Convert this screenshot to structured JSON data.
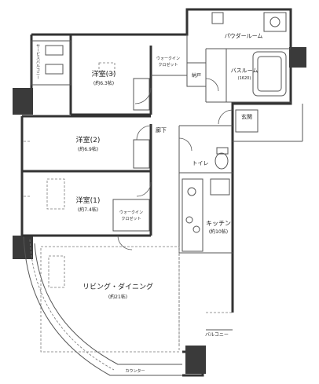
{
  "rooms": {
    "western1": {
      "name": "洋室(1)",
      "size": "(約7.4帖)"
    },
    "western2": {
      "name": "洋室(2)",
      "size": "(約6.9帖)"
    },
    "western3": {
      "name": "洋室(3)",
      "size": "(約6.3帖)"
    },
    "living": {
      "name": "リビング・ダイニング",
      "size": "(約21帖)"
    },
    "kitchen": {
      "name": "キッチン",
      "size": "(約10帖)"
    },
    "bathroom": {
      "name": "バスルーム",
      "size": "(1620)"
    },
    "powder": {
      "name": "パウダールーム"
    },
    "entrance": {
      "name": "玄関"
    },
    "toilet": {
      "name": "トイレ"
    },
    "hall": {
      "name": "廊下"
    },
    "storage": {
      "name": "納戸"
    }
  },
  "closets": {
    "walkin_top": {
      "name": "ウォークイン",
      "sub": "クロゼット"
    },
    "walkin_bottom": {
      "name": "ウォークイン",
      "sub": "クロゼット"
    }
  },
  "outdoor": {
    "balcony_left": "サービスバルコニー",
    "balcony_bottom": "バルコニー",
    "counter": "カウンター"
  }
}
